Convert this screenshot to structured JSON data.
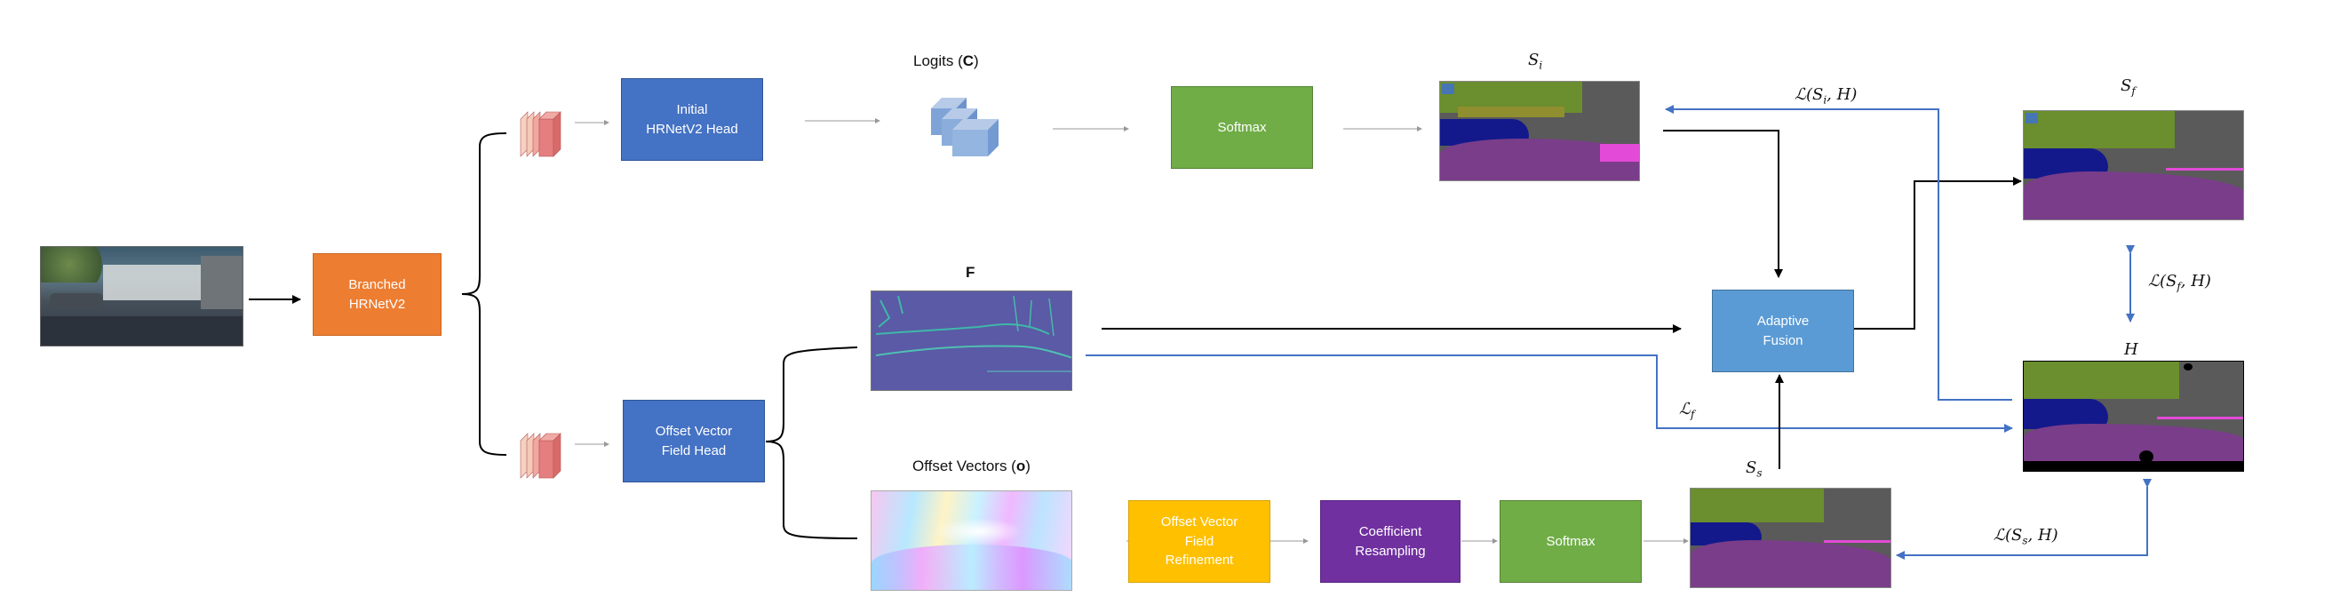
{
  "blocks": {
    "branched": "Branched\nHRNetV2",
    "initial_head": "Initial\nHRNetV2 Head",
    "softmax_top": "Softmax",
    "offset_head": "Offset Vector\nField Head",
    "refinement": "Offset Vector\nField\nRefinement",
    "coef": "Coefficient\nResampling",
    "softmax_bottom": "Softmax",
    "fusion": "Adaptive\nFusion"
  },
  "labels": {
    "logits_prefix": "Logits (",
    "logits_bold": "C",
    "logits_suffix": ")",
    "F": "F",
    "offset_prefix": "Offset Vectors (",
    "offset_bold": "o",
    "offset_suffix": ")",
    "Si": "S",
    "Si_sub": "i",
    "Sf": "S",
    "Sf_sub": "f",
    "Ss": "S",
    "Ss_sub": "s",
    "H": "H",
    "loss_i": "ℒ(S",
    "loss_i_sub": "i",
    "loss_i_tail": ", H)",
    "loss_f_pre": "ℒ(S",
    "loss_f_sub": "f",
    "loss_f_tail": ", H)",
    "loss_s_pre": "ℒ(S",
    "loss_s_sub": "s",
    "loss_s_tail": ", H)",
    "Lf": "ℒ",
    "Lf_sub": "f"
  },
  "colors": {
    "orange": "#ED7D31",
    "blue_dark": "#4472C4",
    "green": "#70AD47",
    "gold": "#FFC000",
    "purple": "#7030A0",
    "light_blue": "#5B9BD5",
    "arrow_blue": "#4472C4",
    "arrow_black": "#000000"
  }
}
